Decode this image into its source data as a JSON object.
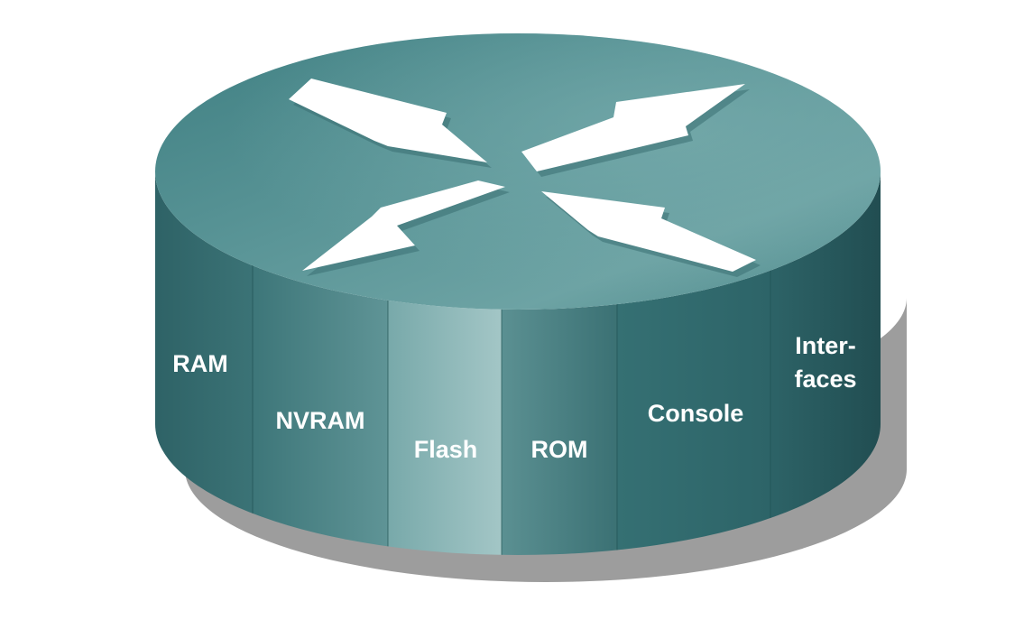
{
  "diagram": {
    "segments": [
      {
        "id": "ram",
        "lines": [
          "RAM"
        ]
      },
      {
        "id": "nvram",
        "lines": [
          "NVRAM"
        ]
      },
      {
        "id": "flash",
        "lines": [
          "Flash"
        ]
      },
      {
        "id": "rom",
        "lines": [
          "ROM"
        ]
      },
      {
        "id": "console",
        "lines": [
          "Console"
        ]
      },
      {
        "id": "interfaces",
        "lines": [
          "Inter-",
          "faces"
        ]
      }
    ],
    "top_icon": "four-direction-arrows-icon",
    "colors": {
      "top_light": "#6da3a4",
      "top_dark": "#2f6a6e",
      "side_dark": "#2e6165",
      "flash_highlight": "#9cc3c3",
      "shadow": "#9d9d9d",
      "arrow": "#ffffff",
      "label": "#ffffff"
    }
  }
}
